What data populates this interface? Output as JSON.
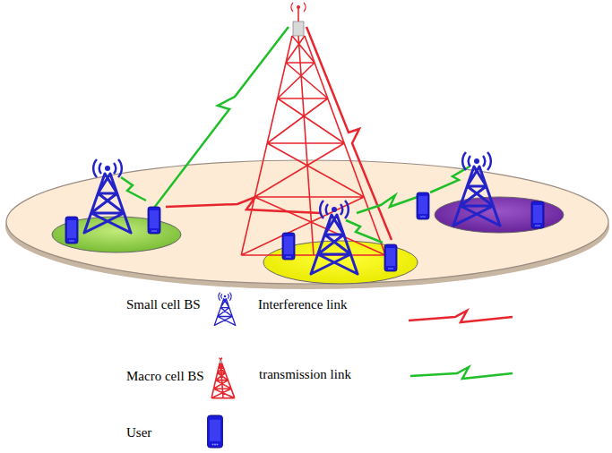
{
  "diagram": {
    "legend": [
      {
        "text": "Small cell BS"
      },
      {
        "text": "Interference link"
      },
      {
        "text": "Macro cell BS"
      },
      {
        "text": "transmission link"
      },
      {
        "text": "User"
      }
    ]
  }
}
